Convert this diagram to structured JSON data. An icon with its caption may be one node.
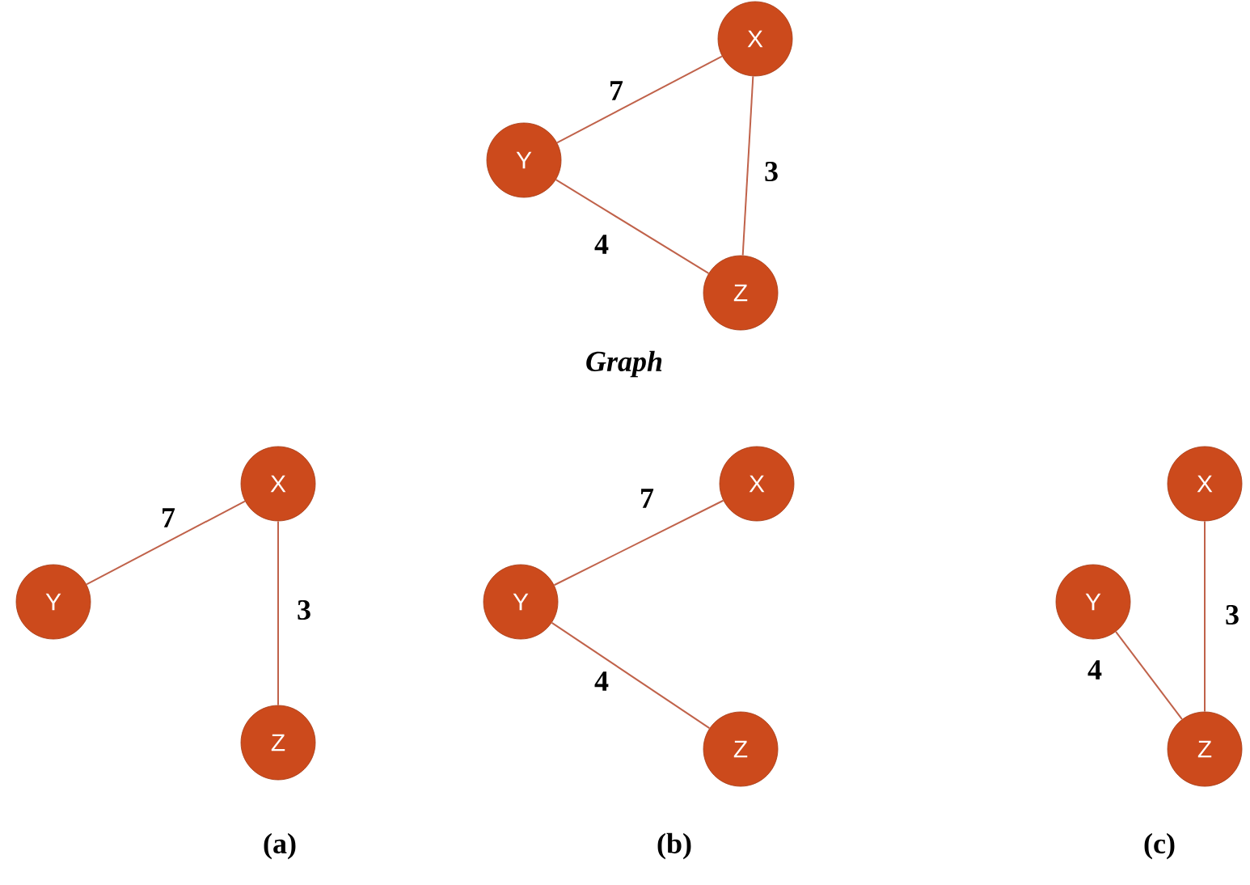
{
  "diagram": {
    "nodes": [
      {
        "text": [
          "X"
        ]
      },
      {
        "text": [
          "Y"
        ]
      },
      {
        "text": [
          "Z"
        ]
      },
      {
        "text": [
          "X"
        ]
      },
      {
        "text": [
          "Y"
        ]
      },
      {
        "text": [
          "Z"
        ]
      },
      {
        "text": [
          "X"
        ]
      },
      {
        "text": [
          "Y"
        ]
      },
      {
        "text": [
          "Z"
        ]
      },
      {
        "text": [
          "X"
        ]
      },
      {
        "text": [
          "Y"
        ]
      },
      {
        "text": [
          "Z"
        ]
      }
    ],
    "edges": [
      {
        "from": 1,
        "to": 0,
        "arrow": "none",
        "label": "7"
      },
      {
        "from": 0,
        "to": 2,
        "arrow": "none",
        "label": "3"
      },
      {
        "from": 1,
        "to": 2,
        "arrow": "none",
        "label": "4"
      },
      {
        "from": 4,
        "to": 3,
        "arrow": "none",
        "label": "7"
      },
      {
        "from": 3,
        "to": 5,
        "arrow": "none",
        "label": "3"
      },
      {
        "from": 7,
        "to": 6,
        "arrow": "none",
        "label": "7"
      },
      {
        "from": 7,
        "to": 8,
        "arrow": "none",
        "label": "4"
      },
      {
        "from": 9,
        "to": 11,
        "arrow": "none",
        "label": "3"
      },
      {
        "from": 10,
        "to": 11,
        "arrow": "none",
        "label": "4"
      }
    ],
    "labels": [
      "Graph",
      "(a)",
      "(b)",
      "(c)"
    ]
  }
}
